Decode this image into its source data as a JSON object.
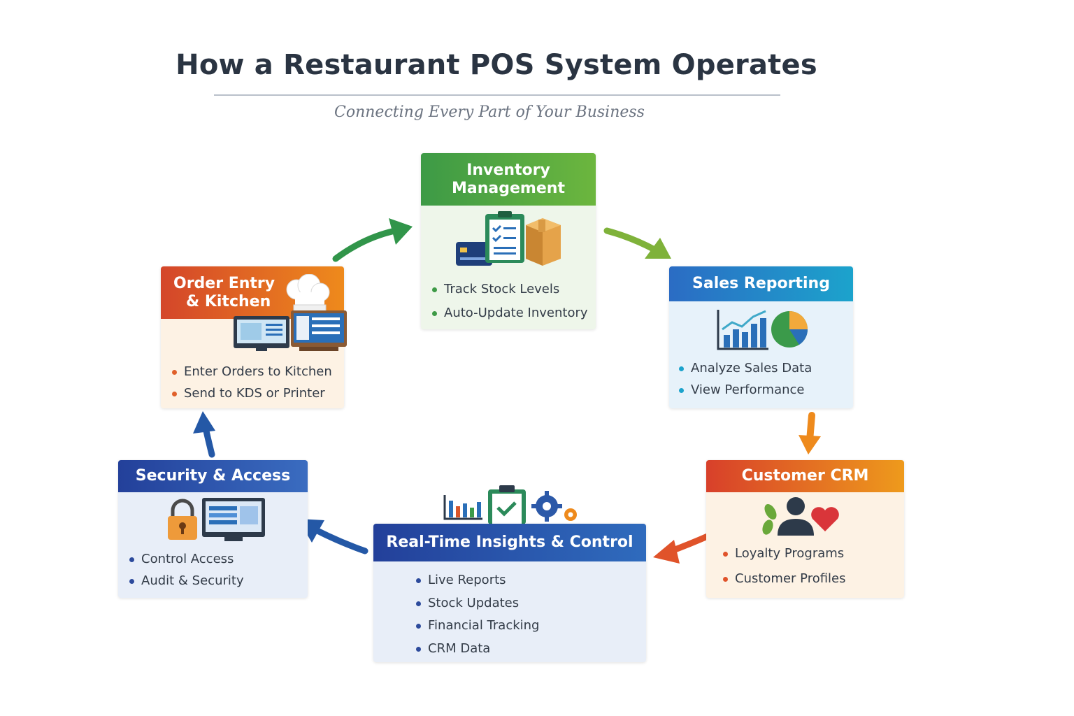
{
  "title": "How a Restaurant POS System Operates",
  "subtitle": "Connecting Every Part of Your Business",
  "cards": {
    "inventory": {
      "title_line1": "Inventory",
      "title_line2": "Management",
      "bullets": [
        "Track Stock Levels",
        "Auto-Update Inventory"
      ],
      "icons": [
        "credit-card-icon",
        "clipboard-checklist-icon",
        "box-icon"
      ],
      "color": "#3f9a48"
    },
    "order": {
      "title_line1": "Order Entry",
      "title_line2": "& Kitchen",
      "bullets": [
        "Enter Orders to Kitchen",
        "Send to KDS or Printer"
      ],
      "icons": [
        "chef-hat-icon",
        "pos-monitor-icon",
        "kitchen-display-icon"
      ],
      "color": "#d9562a"
    },
    "sales": {
      "title": "Sales Reporting",
      "bullets": [
        "Analyze Sales Data",
        "View Performance"
      ],
      "icons": [
        "bar-chart-icon",
        "pie-chart-icon"
      ],
      "color": "#2a73c4"
    },
    "security": {
      "title": "Security & Access",
      "bullets": [
        "Control Access",
        "Audit & Security"
      ],
      "icons": [
        "padlock-icon",
        "monitor-icon"
      ],
      "color": "#2c4a9c"
    },
    "insights": {
      "title": "Real-Time Insights & Control",
      "bullets": [
        "Live Reports",
        "Stock Updates",
        "Financial Tracking",
        "CRM Data"
      ],
      "icons": [
        "bar-chart-icon",
        "clipboard-check-icon",
        "gears-icon"
      ],
      "color": "#2c59a8"
    },
    "crm": {
      "title": "Customer CRM",
      "bullets": [
        "Loyalty Programs",
        "Customer Profiles"
      ],
      "icons": [
        "customer-icon",
        "heart-icon",
        "leaf-icon"
      ],
      "color": "#e2512a"
    }
  }
}
